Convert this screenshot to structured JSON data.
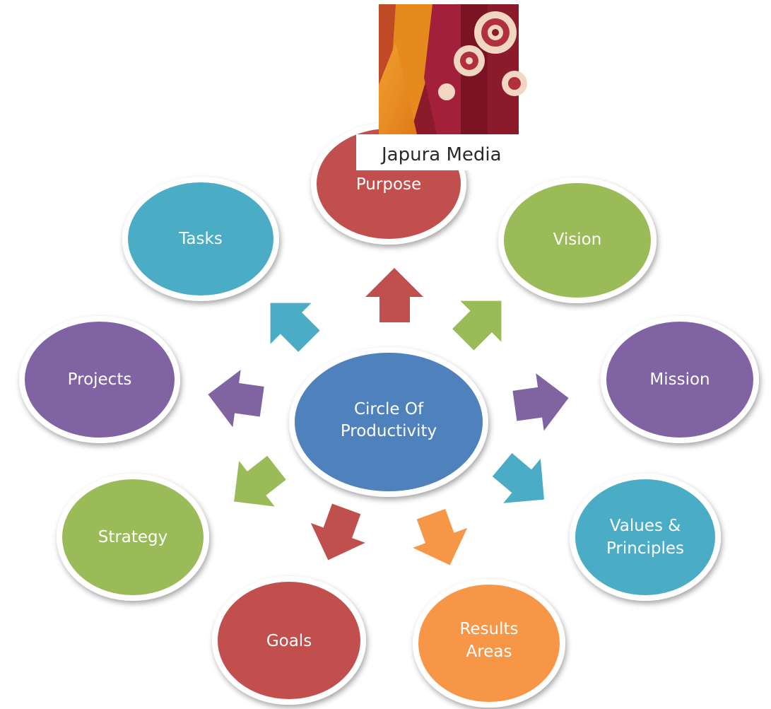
{
  "center": {
    "lines": [
      "Circle Of",
      "Productivity"
    ]
  },
  "logo": {
    "name": "Japura Media"
  },
  "nodes": [
    {
      "key": "purpose",
      "lines": [
        "Purpose"
      ]
    },
    {
      "key": "vision",
      "lines": [
        "Vision"
      ]
    },
    {
      "key": "mission",
      "lines": [
        "Mission"
      ]
    },
    {
      "key": "values",
      "lines": [
        "Values &",
        "Principles"
      ]
    },
    {
      "key": "results",
      "lines": [
        "Results",
        "Areas"
      ]
    },
    {
      "key": "goals",
      "lines": [
        "Goals"
      ]
    },
    {
      "key": "strategy",
      "lines": [
        "Strategy"
      ]
    },
    {
      "key": "projects",
      "lines": [
        "Projects"
      ]
    },
    {
      "key": "tasks",
      "lines": [
        "Tasks"
      ]
    }
  ],
  "colors": {
    "center": "#4f81bd",
    "red": "#c0504d",
    "green": "#9bbb59",
    "purple": "#8064a2",
    "teal": "#4bacc6",
    "orange": "#f79646"
  }
}
